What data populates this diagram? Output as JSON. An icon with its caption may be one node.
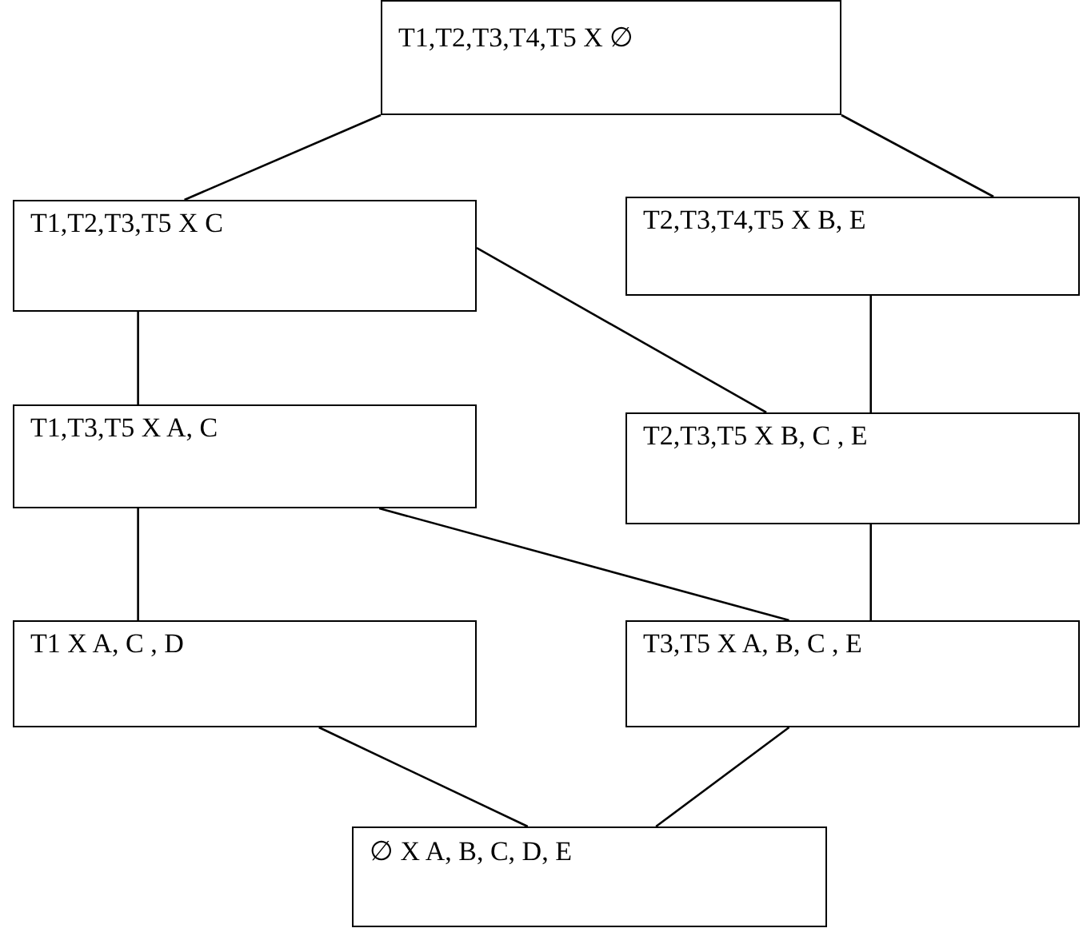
{
  "diagram": {
    "nodes": [
      {
        "text": [
          "T1,T2,T3,T4,T5 X ∅"
        ]
      },
      {
        "text": [
          "T1,T2,T3,T5 X C"
        ]
      },
      {
        "text": [
          "T2,T3,T4,T5 X B, E"
        ]
      },
      {
        "text": [
          "T1,T3,T5 X A, C"
        ]
      },
      {
        "text": [
          "T2,T3,T5 X B, C , E"
        ]
      },
      {
        "text": [
          "T1 X A, C , D"
        ]
      },
      {
        "text": [
          "T3,T5 X A, B, C , E"
        ]
      },
      {
        "text": [
          "∅ X A, B, C, D, E"
        ]
      }
    ],
    "edges": [
      {
        "from": 0,
        "to": 1,
        "arrow": "none"
      },
      {
        "from": 0,
        "to": 2,
        "arrow": "none"
      },
      {
        "from": 1,
        "to": 3,
        "arrow": "none"
      },
      {
        "from": 1,
        "to": 4,
        "arrow": "none"
      },
      {
        "from": 2,
        "to": 4,
        "arrow": "none"
      },
      {
        "from": 3,
        "to": 5,
        "arrow": "none"
      },
      {
        "from": 3,
        "to": 6,
        "arrow": "none"
      },
      {
        "from": 4,
        "to": 6,
        "arrow": "none"
      },
      {
        "from": 5,
        "to": 7,
        "arrow": "none"
      },
      {
        "from": 6,
        "to": 7,
        "arrow": "none"
      }
    ]
  }
}
